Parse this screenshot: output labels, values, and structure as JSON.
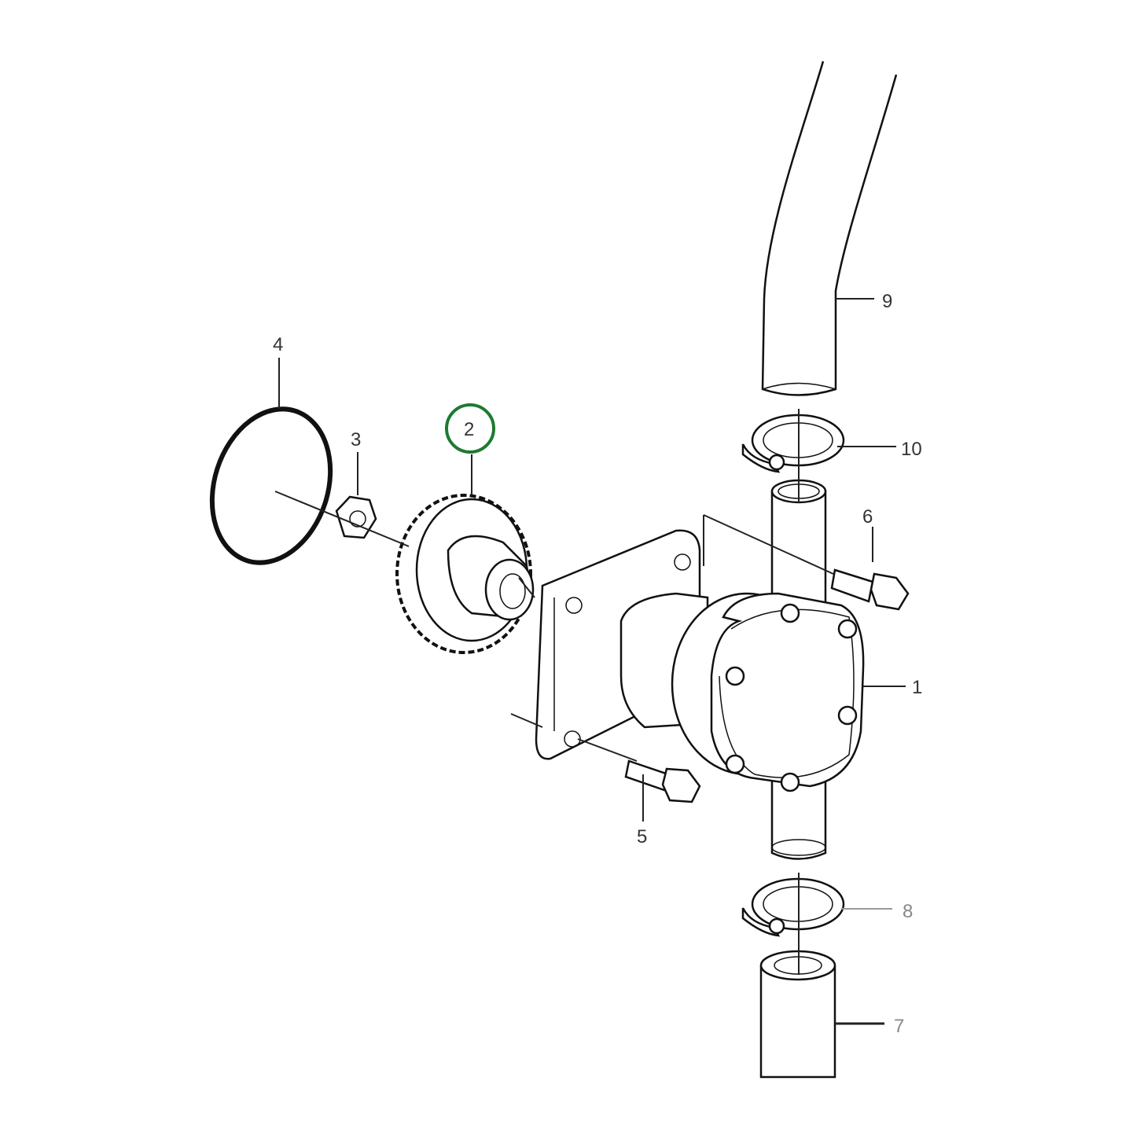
{
  "diagram": {
    "callouts": [
      {
        "id": "1",
        "label": "1"
      },
      {
        "id": "2",
        "label": "2",
        "highlighted": true
      },
      {
        "id": "3",
        "label": "3"
      },
      {
        "id": "4",
        "label": "4"
      },
      {
        "id": "5",
        "label": "5"
      },
      {
        "id": "6",
        "label": "6"
      },
      {
        "id": "7",
        "label": "7"
      },
      {
        "id": "8",
        "label": "8"
      },
      {
        "id": "9",
        "label": "9"
      },
      {
        "id": "10",
        "label": "10"
      }
    ],
    "highlight_color": "#1e7a32"
  }
}
